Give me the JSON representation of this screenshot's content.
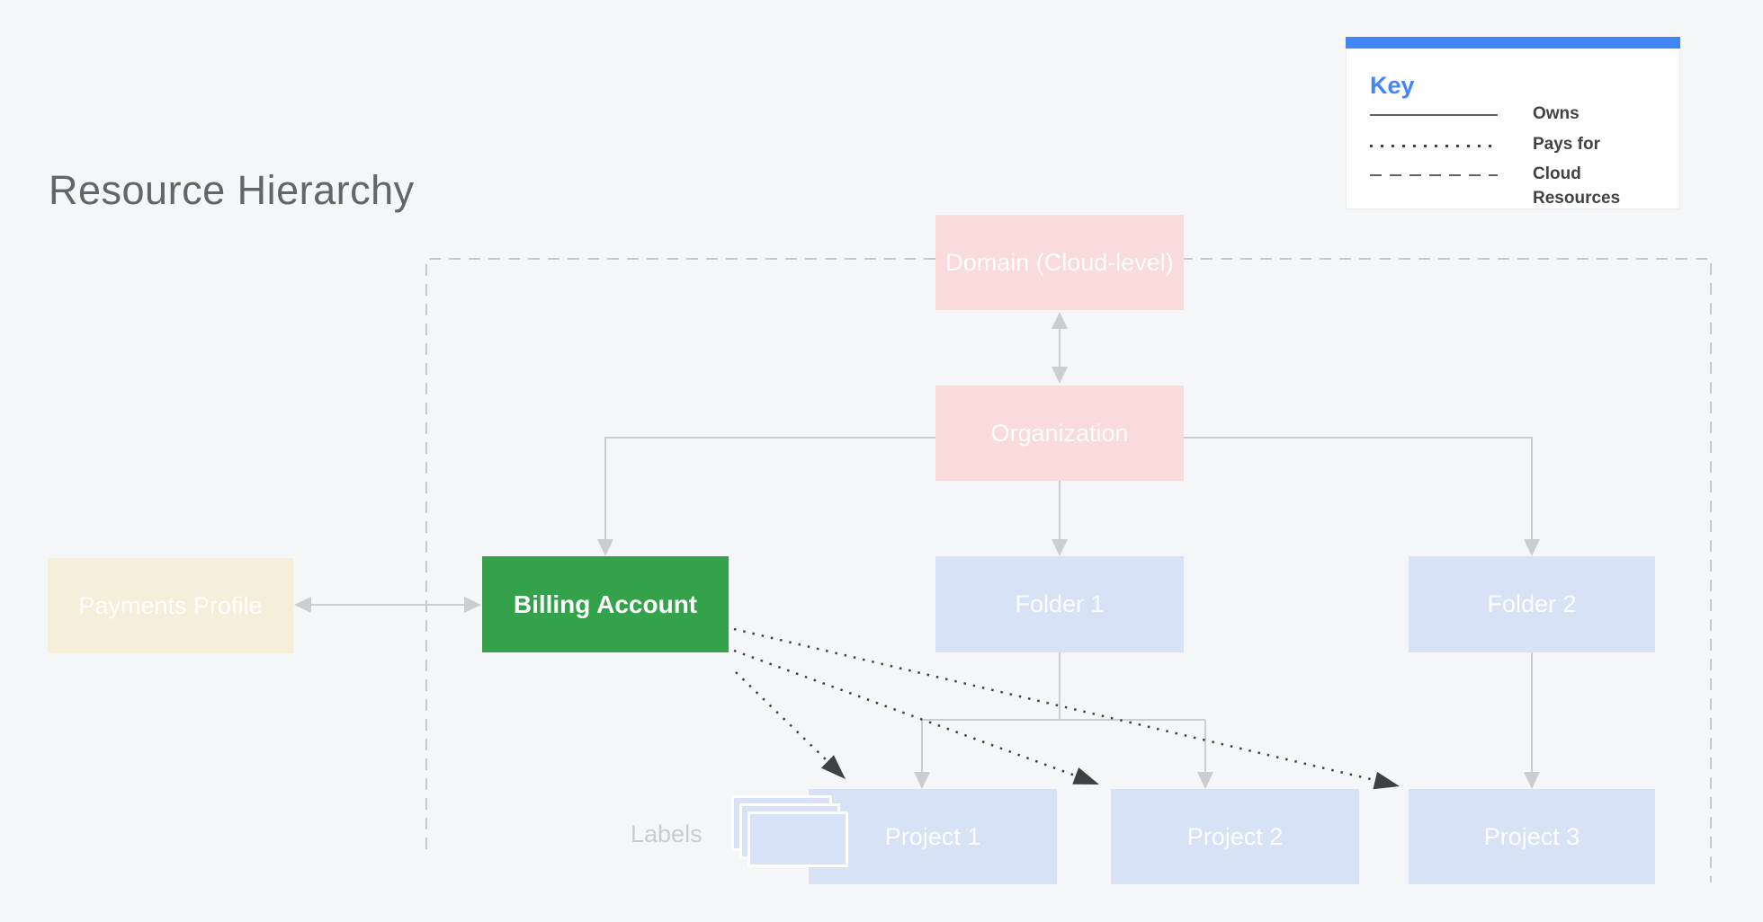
{
  "title": "Resource Hierarchy",
  "key": {
    "heading": "Key",
    "items": [
      {
        "line_style": "solid",
        "label": "Owns"
      },
      {
        "line_style": "dotted",
        "label": "Pays for"
      },
      {
        "line_style": "dashed",
        "label": "Cloud Resources"
      }
    ]
  },
  "nodes": {
    "domain": {
      "label": "Domain (Cloud-level)"
    },
    "organization": {
      "label": "Organization"
    },
    "payments_profile": {
      "label": "Payments Profile"
    },
    "billing_account": {
      "label": "Billing Account"
    },
    "folder1": {
      "label": "Folder 1"
    },
    "folder2": {
      "label": "Folder 2"
    },
    "project1": {
      "label": "Project 1"
    },
    "project2": {
      "label": "Project 2"
    },
    "project3": {
      "label": "Project 3"
    }
  },
  "labels_caption": "Labels",
  "colors": {
    "accent_blue": "#4285F4",
    "node_pink": "#F8DBDA",
    "node_green": "#34A14B",
    "node_cream": "#F5EEDA",
    "node_blue": "#D8E2F7",
    "connector_gray": "#CBCDCF",
    "dotted_black": "#3E4144"
  }
}
